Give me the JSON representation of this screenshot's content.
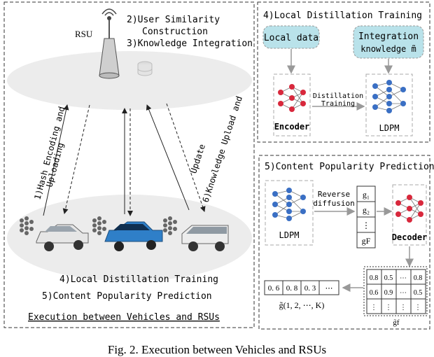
{
  "left_panel": {
    "rsu_label": "RSU",
    "steps_top": [
      "2)User Similarity",
      "Construction",
      "3)Knowledge Integration"
    ],
    "arrow_left": [
      "1)Hash Encoding and",
      "Uploading"
    ],
    "arrow_right": [
      "6)Knowledge Upload and",
      "Update"
    ],
    "steps_bottom": [
      "4)Local Distillation Training",
      "5)Content Popularity Prediction"
    ],
    "footer": "Execution between Vehicles and RSUs"
  },
  "top_right_panel": {
    "title": "4)Local Distillation Training",
    "local_data": "Local data",
    "integration": [
      "Integration",
      "knowledge m̃"
    ],
    "distill": [
      "Distillation",
      "Training"
    ],
    "encoder": "Encoder",
    "ldpm": "LDPM"
  },
  "bottom_right_panel": {
    "title": "5)Content Popularity Prediction",
    "reverse": [
      "Reverse",
      "diffusion"
    ],
    "ldpm": "LDPM",
    "decoder": "Decoder",
    "g_cells": [
      "g₁",
      "g₂",
      "⋮",
      "gF"
    ],
    "output_vector": [
      "0. 6",
      "0. 8",
      "0. 3",
      "⋯"
    ],
    "output_label": "g̃(1, 2, ⋯, K)",
    "matrix": [
      [
        "0.8",
        "0.5",
        "⋯",
        "0.8"
      ],
      [
        "0.6",
        "0.9",
        "⋯",
        "0.5"
      ],
      [
        "⋮",
        "⋮",
        "⋮",
        "⋮"
      ]
    ],
    "matrix_label": "g̃f"
  },
  "caption": "Fig. 2. Execution between Vehicles and RSUs",
  "colors": {
    "node_red": "#d8283c",
    "node_blue": "#3a6fc4",
    "box_teal": "#b9e2ea",
    "car_blue": "#2f7fc8"
  }
}
